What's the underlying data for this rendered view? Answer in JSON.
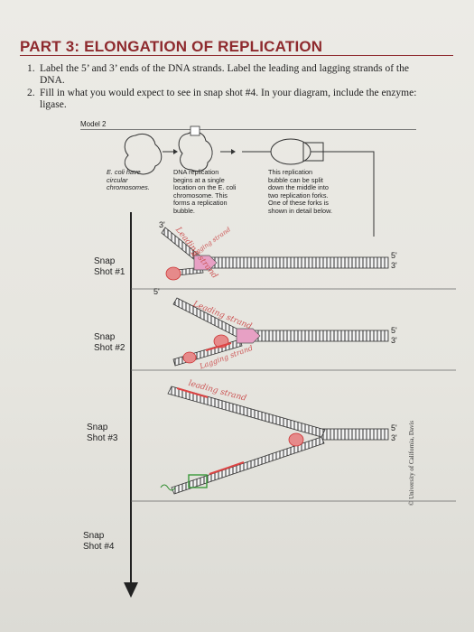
{
  "title": "PART 3: ELONGATION OF REPLICATION",
  "questions": [
    {
      "num": "1.",
      "lines": [
        "Label the 5’ and 3’ ends of the DNA strands. Label the leading and lagging strands of the",
        "DNA."
      ]
    },
    {
      "num": "2.",
      "lines": [
        "Fill in what you would expect to see in snap shot #4. In your diagram, include the enzyme:",
        "ligase."
      ]
    }
  ],
  "model_label": "Model 2",
  "captions": {
    "ecoli": [
      "E. coli have",
      "circular",
      "chromosomes."
    ],
    "dna_rep": [
      "DNA replication",
      "begins at a single",
      "location on the E. coli",
      "chromosome. This",
      "forms a replication",
      "bubble."
    ],
    "bubble": [
      "This replication",
      "bubble can be split",
      "down the middle into",
      "two replication forks.",
      "One of these forks is",
      "shown in detail below."
    ]
  },
  "snapshots": [
    {
      "label": [
        "Snap",
        "Shot #1"
      ]
    },
    {
      "label": [
        "Snap",
        "Shot #2"
      ]
    },
    {
      "label": [
        "Snap",
        "Shot #3"
      ]
    },
    {
      "label": [
        "Snap",
        "Shot #4"
      ]
    }
  ],
  "primes": {
    "five": "5'",
    "three": "3'"
  },
  "handwriting": {
    "leading_1": "Leading strand",
    "lagging_1": "lagging strand",
    "leading_2": "Leading strand",
    "lagging_2": "Lagging strand",
    "leading_3": "leading strand"
  },
  "copyright": "© University of California, Davis"
}
